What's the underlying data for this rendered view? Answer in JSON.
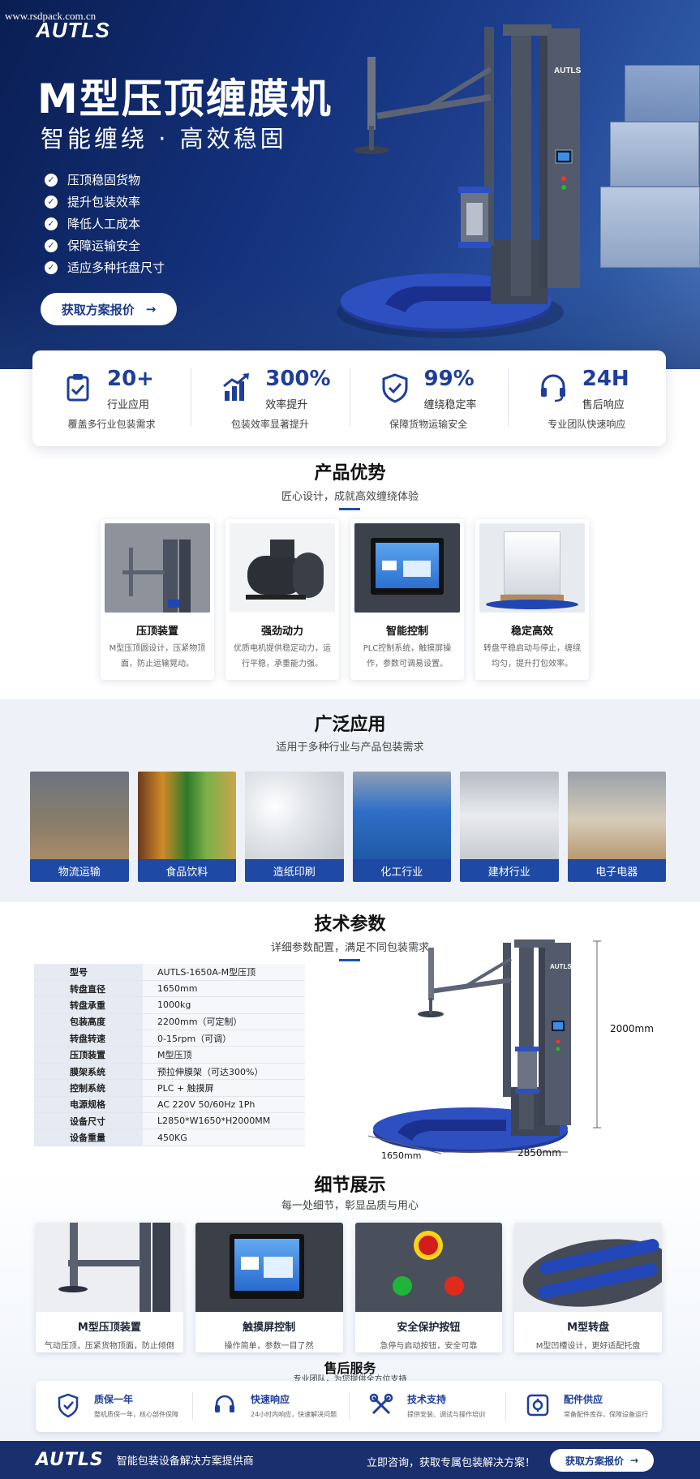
{
  "watermark": "www.rsdpack.com.cn",
  "brand": "AUTLS",
  "hero": {
    "title": "M型压顶缠膜机",
    "subtitle": "智能缠绕 · 高效稳固",
    "features": [
      "压顶稳固货物",
      "提升包装效率",
      "降低人工成本",
      "保障运输安全",
      "适应多种托盘尺寸"
    ],
    "button_label": "获取方案报价",
    "button_arrow": "→",
    "machine_logo": "AUTLS"
  },
  "stats": [
    {
      "num": "20+",
      "unit": "行业应用",
      "desc": "覆盖多行业包装需求",
      "icon": "clipboard-icon"
    },
    {
      "num": "300%",
      "unit": "效率提升",
      "desc": "包装效率显著提升",
      "icon": "bar-growth-icon"
    },
    {
      "num": "99%",
      "unit": "缠绕稳定率",
      "desc": "保障货物运输安全",
      "icon": "shield-check-icon"
    },
    {
      "num": "24H",
      "unit": "售后响应",
      "desc": "专业团队快速响应",
      "icon": "headset-icon"
    }
  ],
  "advantages": {
    "title": "产品优势",
    "subtitle": "匠心设计，成就高效缠绕体验",
    "items": [
      {
        "name": "压顶装置",
        "desc": "M型压顶圆设计，压紧物顶面，防止运输晃动。"
      },
      {
        "name": "强劲动力",
        "desc": "优质电机提供稳定动力，运行平稳，承重能力强。"
      },
      {
        "name": "智能控制",
        "desc": "PLC控制系统，触摸屏操作，参数可调易设置。"
      },
      {
        "name": "稳定高效",
        "desc": "转盘平稳启动与停止，缠绕均匀，提升打包效率。"
      }
    ]
  },
  "applications": {
    "title": "广泛应用",
    "subtitle": "适用于多种行业与产品包装需求",
    "items": [
      "物流运输",
      "食品饮料",
      "造纸印刷",
      "化工行业",
      "建材行业",
      "电子电器"
    ]
  },
  "specs": {
    "title": "技术参数",
    "subtitle": "详细参数配置，满足不同包装需求",
    "rows": [
      {
        "k": "型号",
        "v": "AUTLS-1650A-M型压顶"
      },
      {
        "k": "转盘直径",
        "v": "1650mm"
      },
      {
        "k": "转盘承重",
        "v": "1000kg"
      },
      {
        "k": "包装高度",
        "v": "2200mm（可定制）"
      },
      {
        "k": "转盘转速",
        "v": "0-15rpm（可调）"
      },
      {
        "k": "压顶装置",
        "v": "M型压顶"
      },
      {
        "k": "膜架系统",
        "v": "预拉伸膜架（可达300%）"
      },
      {
        "k": "控制系统",
        "v": "PLC + 触摸屏"
      },
      {
        "k": "电源规格",
        "v": "AC 220V 50/60Hz 1Ph"
      },
      {
        "k": "设备尺寸",
        "v": "L2850*W1650*H2000MM"
      },
      {
        "k": "设备重量",
        "v": "450KG"
      }
    ],
    "dim_height": "2000mm",
    "dim_width": "2850mm",
    "dim_depth": "1650mm"
  },
  "details": {
    "title": "细节展示",
    "subtitle": "每一处细节，彰显品质与用心",
    "items": [
      {
        "name": "M型压顶装置",
        "desc": "气动压顶，压紧货物顶面，防止倾倒"
      },
      {
        "name": "触摸屏控制",
        "desc": "操作简单，参数一目了然"
      },
      {
        "name": "安全保护按钮",
        "desc": "急停与启动按钮，安全可靠"
      },
      {
        "name": "M型转盘",
        "desc": "M型凹槽设计，更好适配托盘"
      }
    ]
  },
  "service": {
    "title": "售后服务",
    "subtitle": "专业团队，为您提供全方位支持",
    "items": [
      {
        "name": "质保一年",
        "desc": "整机质保一年，核心部件保障",
        "icon": "shield-check-icon"
      },
      {
        "name": "快速响应",
        "desc": "24小时内响应，快速解决问题",
        "icon": "headset-icon"
      },
      {
        "name": "技术支持",
        "desc": "提供安装、调试与操作培训",
        "icon": "tools-icon"
      },
      {
        "name": "配件供应",
        "desc": "常备配件库存，保障设备运行",
        "icon": "parts-icon"
      }
    ]
  },
  "footer": {
    "logo": "AUTLS",
    "slogan": "智能包装设备解决方案提供商",
    "cta": "立即咨询，获取专属包装解决方案！",
    "button_label": "获取方案报价",
    "button_arrow": "→"
  },
  "colors": {
    "primary": "#1d3e9a",
    "hero_dark": "#0a1e52",
    "turntable_blue": "#1f46b3",
    "machine_gray": "#4a5160"
  }
}
